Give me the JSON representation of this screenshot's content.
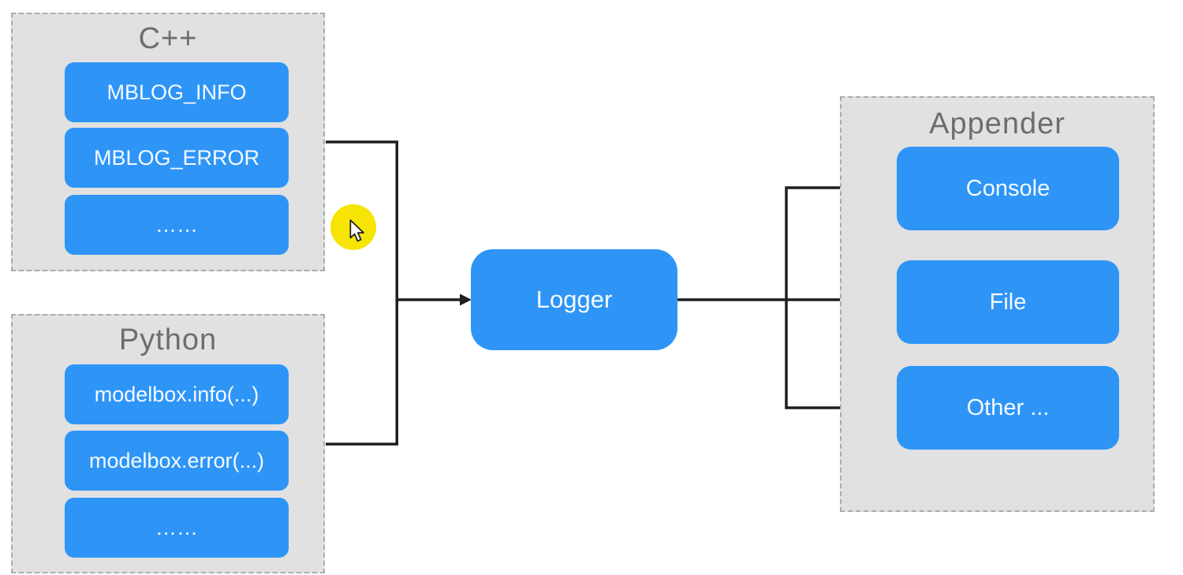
{
  "diagram": {
    "groups": [
      {
        "title": "C++",
        "items": [
          "MBLOG_INFO",
          "MBLOG_ERROR",
          "……"
        ]
      },
      {
        "title": "Python",
        "items": [
          "modelbox.info(...)",
          "modelbox.error(...)",
          "……"
        ]
      },
      {
        "title": "Appender",
        "items": [
          "Console",
          "File",
          "Other ..."
        ]
      }
    ],
    "center_node_label": "Logger"
  },
  "colors": {
    "node_blue": "#2E95F7",
    "node_text": "#F5FAFF",
    "group_bg": "#E1E1E1",
    "group_border": "#ABABAB",
    "title_gray": "#6D6D6D",
    "connector_black": "#1F1F1F",
    "highlight_yellow": "#F6E405"
  }
}
